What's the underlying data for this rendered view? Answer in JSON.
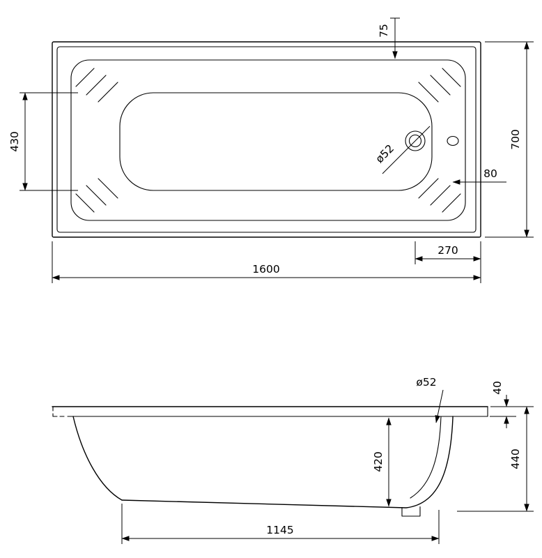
{
  "colors": {
    "line": "#000000",
    "background": "#ffffff"
  },
  "top_view": {
    "length": "1600",
    "width": "700",
    "rim_inset": "75",
    "floor_width": "430",
    "overflow_to_edge": "80",
    "drain_to_end": "270",
    "drain_diameter": "ø52"
  },
  "side_view": {
    "overall_height": "440",
    "rim_thickness": "40",
    "inner_depth": "420",
    "base_length": "1145",
    "drain_diameter": "ø52"
  }
}
